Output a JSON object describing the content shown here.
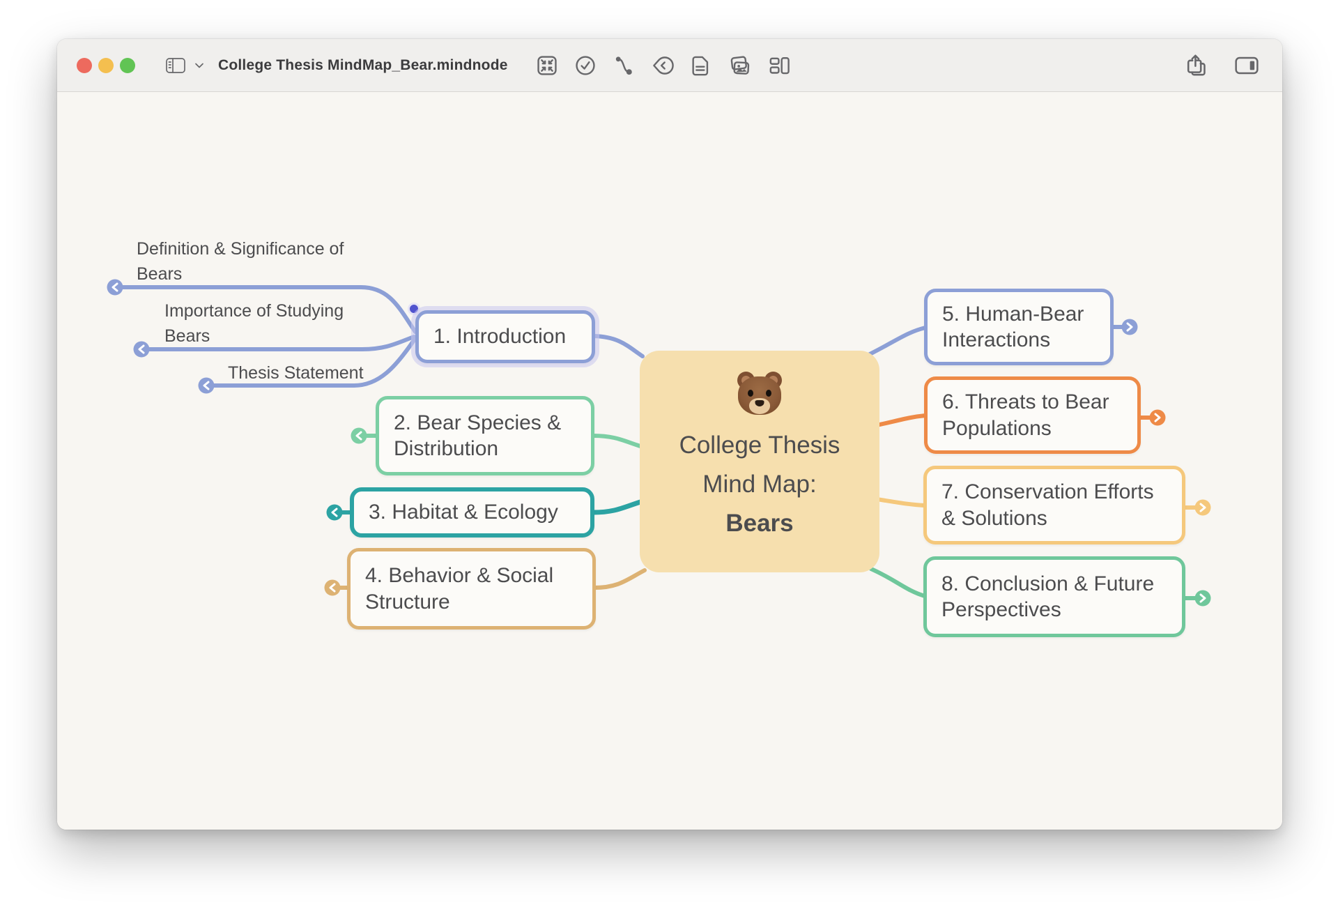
{
  "window": {
    "titlebar": {
      "filename": "College Thesis MindMap_Bear.mindnode",
      "traffic_lights": [
        "close",
        "minimize",
        "zoom"
      ],
      "left_icons": [
        "sidebar-icon",
        "chevron-down-icon"
      ],
      "toolbar_icons": [
        "fold-nodes-icon",
        "tasks-icon",
        "connection-icon",
        "tag-icon",
        "notes-icon",
        "stickers-icon",
        "layout-icon"
      ],
      "right_icons": [
        "share-icon",
        "inspector-panel-icon"
      ]
    }
  },
  "mindmap": {
    "center": {
      "emoji": "🐻",
      "title_line1": "College Thesis",
      "title_line2": "Mind Map:",
      "title_bold": "Bears",
      "fill": "#F6DFAE"
    },
    "nodes": [
      {
        "label": "1. Introduction",
        "color": "#8C9FD6",
        "side": "left",
        "selected": true
      },
      {
        "label": "2. Bear Species & Distribution",
        "color": "#7CCFA4",
        "side": "left"
      },
      {
        "label": "3. Habitat & Ecology",
        "color": "#2CA3A3",
        "side": "left"
      },
      {
        "label": "4. Behavior & Social Structure",
        "color": "#DDB273",
        "side": "left"
      },
      {
        "label": "5. Human-Bear Interactions",
        "color": "#8C9FD6",
        "side": "right"
      },
      {
        "label": "6. Threats to Bear Populations",
        "color": "#EE8A47",
        "side": "right"
      },
      {
        "label": "7. Conservation Efforts & Solutions",
        "color": "#F5C87C",
        "side": "right"
      },
      {
        "label": "8. Conclusion & Future Perspectives",
        "color": "#6FC79B",
        "side": "right"
      }
    ],
    "subtopics": [
      {
        "label": "Definition & Significance of Bears",
        "parent": "1. Introduction",
        "color": "#8C9FD6"
      },
      {
        "label": "Importance of Studying Bears",
        "parent": "1. Introduction",
        "color": "#8C9FD6"
      },
      {
        "label": "Thesis Statement",
        "parent": "1. Introduction",
        "color": "#8C9FD6"
      }
    ],
    "selection": {
      "dot_color": "#5053CE",
      "glow_color": "#C9C6EE"
    }
  },
  "colors": {
    "canvas_bg": "#F8F6F2",
    "node_bg": "#FCFBF8",
    "node_text": "#4C4C4E",
    "titlebar_bg": "#F0EFED",
    "traffic_red": "#ED6A5E",
    "traffic_yellow": "#F4BF4F",
    "traffic_green": "#61C454",
    "icon_gray": "#67676A"
  }
}
